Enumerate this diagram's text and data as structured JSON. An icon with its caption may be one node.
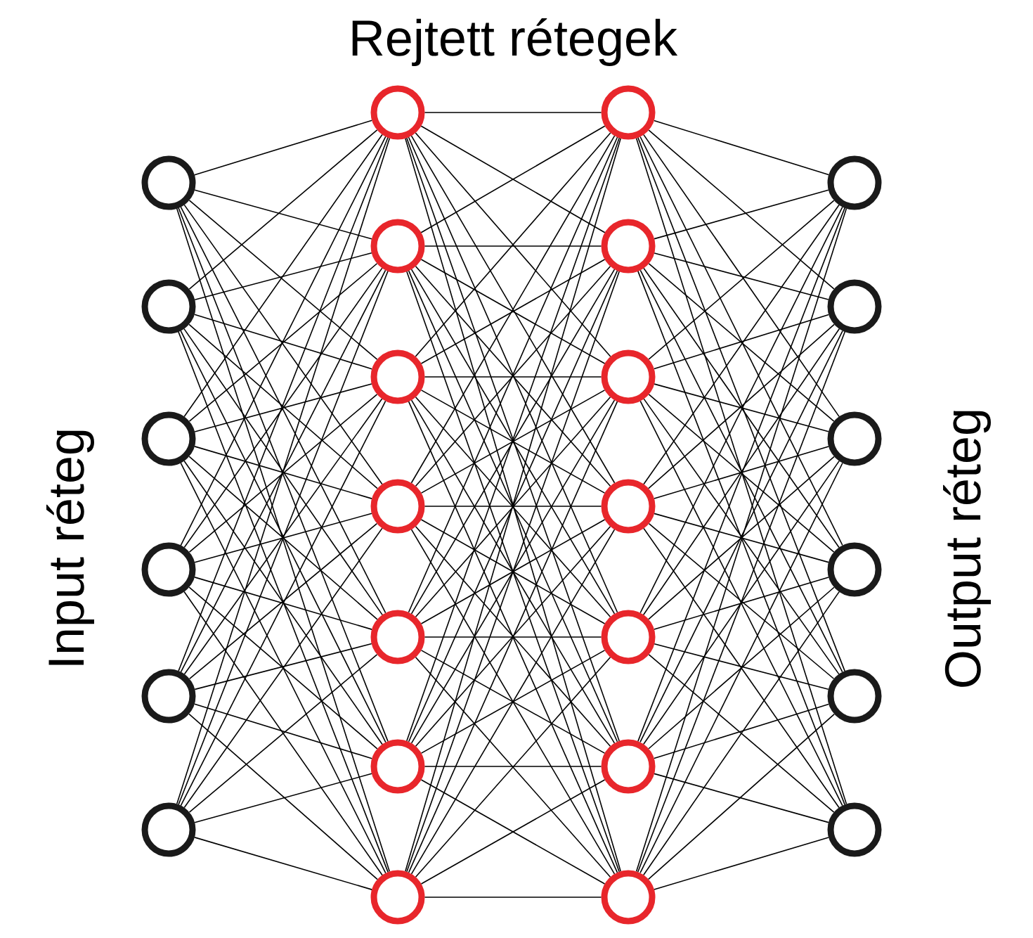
{
  "diagram": {
    "nodes": [
      {
        "text": [],
        "shape": "circle"
      },
      {
        "text": [],
        "shape": "circle"
      },
      {
        "text": [],
        "shape": "circle"
      },
      {
        "text": [],
        "shape": "circle"
      },
      {
        "text": [],
        "shape": "circle"
      },
      {
        "text": [],
        "shape": "circle"
      },
      {
        "text": [],
        "shape": "circle"
      },
      {
        "text": [],
        "shape": "circle"
      },
      {
        "text": [],
        "shape": "circle"
      },
      {
        "text": [],
        "shape": "circle"
      },
      {
        "text": [],
        "shape": "circle"
      },
      {
        "text": [],
        "shape": "circle"
      },
      {
        "text": [],
        "shape": "circle"
      },
      {
        "text": [],
        "shape": "circle"
      },
      {
        "text": [],
        "shape": "circle"
      },
      {
        "text": [],
        "shape": "circle"
      },
      {
        "text": [],
        "shape": "circle"
      },
      {
        "text": [],
        "shape": "circle"
      },
      {
        "text": [],
        "shape": "circle"
      },
      {
        "text": [],
        "shape": "circle"
      },
      {
        "text": [],
        "shape": "circle"
      },
      {
        "text": [],
        "shape": "circle"
      },
      {
        "text": [],
        "shape": "circle"
      },
      {
        "text": [],
        "shape": "circle"
      },
      {
        "text": [],
        "shape": "circle"
      },
      {
        "text": [],
        "shape": "circle"
      }
    ],
    "edges": [
      {
        "from": 0,
        "to": 6,
        "arrow": "none"
      },
      {
        "from": 0,
        "to": 7,
        "arrow": "none"
      },
      {
        "from": 0,
        "to": 8,
        "arrow": "none"
      },
      {
        "from": 0,
        "to": 9,
        "arrow": "none"
      },
      {
        "from": 0,
        "to": 10,
        "arrow": "none"
      },
      {
        "from": 0,
        "to": 11,
        "arrow": "none"
      },
      {
        "from": 0,
        "to": 12,
        "arrow": "none"
      },
      {
        "from": 1,
        "to": 6,
        "arrow": "none"
      },
      {
        "from": 1,
        "to": 7,
        "arrow": "none"
      },
      {
        "from": 1,
        "to": 8,
        "arrow": "none"
      },
      {
        "from": 1,
        "to": 9,
        "arrow": "none"
      },
      {
        "from": 1,
        "to": 10,
        "arrow": "none"
      },
      {
        "from": 1,
        "to": 11,
        "arrow": "none"
      },
      {
        "from": 1,
        "to": 12,
        "arrow": "none"
      },
      {
        "from": 2,
        "to": 6,
        "arrow": "none"
      },
      {
        "from": 2,
        "to": 7,
        "arrow": "none"
      },
      {
        "from": 2,
        "to": 8,
        "arrow": "none"
      },
      {
        "from": 2,
        "to": 9,
        "arrow": "none"
      },
      {
        "from": 2,
        "to": 10,
        "arrow": "none"
      },
      {
        "from": 2,
        "to": 11,
        "arrow": "none"
      },
      {
        "from": 2,
        "to": 12,
        "arrow": "none"
      },
      {
        "from": 3,
        "to": 6,
        "arrow": "none"
      },
      {
        "from": 3,
        "to": 7,
        "arrow": "none"
      },
      {
        "from": 3,
        "to": 8,
        "arrow": "none"
      },
      {
        "from": 3,
        "to": 9,
        "arrow": "none"
      },
      {
        "from": 3,
        "to": 10,
        "arrow": "none"
      },
      {
        "from": 3,
        "to": 11,
        "arrow": "none"
      },
      {
        "from": 3,
        "to": 12,
        "arrow": "none"
      },
      {
        "from": 4,
        "to": 6,
        "arrow": "none"
      },
      {
        "from": 4,
        "to": 7,
        "arrow": "none"
      },
      {
        "from": 4,
        "to": 8,
        "arrow": "none"
      },
      {
        "from": 4,
        "to": 9,
        "arrow": "none"
      },
      {
        "from": 4,
        "to": 10,
        "arrow": "none"
      },
      {
        "from": 4,
        "to": 11,
        "arrow": "none"
      },
      {
        "from": 4,
        "to": 12,
        "arrow": "none"
      },
      {
        "from": 5,
        "to": 6,
        "arrow": "none"
      },
      {
        "from": 5,
        "to": 7,
        "arrow": "none"
      },
      {
        "from": 5,
        "to": 8,
        "arrow": "none"
      },
      {
        "from": 5,
        "to": 9,
        "arrow": "none"
      },
      {
        "from": 5,
        "to": 10,
        "arrow": "none"
      },
      {
        "from": 5,
        "to": 11,
        "arrow": "none"
      },
      {
        "from": 5,
        "to": 12,
        "arrow": "none"
      },
      {
        "from": 6,
        "to": 13,
        "arrow": "none"
      },
      {
        "from": 6,
        "to": 14,
        "arrow": "none"
      },
      {
        "from": 6,
        "to": 15,
        "arrow": "none"
      },
      {
        "from": 6,
        "to": 16,
        "arrow": "none"
      },
      {
        "from": 6,
        "to": 17,
        "arrow": "none"
      },
      {
        "from": 6,
        "to": 18,
        "arrow": "none"
      },
      {
        "from": 6,
        "to": 19,
        "arrow": "none"
      },
      {
        "from": 7,
        "to": 13,
        "arrow": "none"
      },
      {
        "from": 7,
        "to": 14,
        "arrow": "none"
      },
      {
        "from": 7,
        "to": 15,
        "arrow": "none"
      },
      {
        "from": 7,
        "to": 16,
        "arrow": "none"
      },
      {
        "from": 7,
        "to": 17,
        "arrow": "none"
      },
      {
        "from": 7,
        "to": 18,
        "arrow": "none"
      },
      {
        "from": 7,
        "to": 19,
        "arrow": "none"
      },
      {
        "from": 8,
        "to": 13,
        "arrow": "none"
      },
      {
        "from": 8,
        "to": 14,
        "arrow": "none"
      },
      {
        "from": 8,
        "to": 15,
        "arrow": "none"
      },
      {
        "from": 8,
        "to": 16,
        "arrow": "none"
      },
      {
        "from": 8,
        "to": 17,
        "arrow": "none"
      },
      {
        "from": 8,
        "to": 18,
        "arrow": "none"
      },
      {
        "from": 8,
        "to": 19,
        "arrow": "none"
      },
      {
        "from": 9,
        "to": 13,
        "arrow": "none"
      },
      {
        "from": 9,
        "to": 14,
        "arrow": "none"
      },
      {
        "from": 9,
        "to": 15,
        "arrow": "none"
      },
      {
        "from": 9,
        "to": 16,
        "arrow": "none"
      },
      {
        "from": 9,
        "to": 17,
        "arrow": "none"
      },
      {
        "from": 9,
        "to": 18,
        "arrow": "none"
      },
      {
        "from": 9,
        "to": 19,
        "arrow": "none"
      },
      {
        "from": 10,
        "to": 13,
        "arrow": "none"
      },
      {
        "from": 10,
        "to": 14,
        "arrow": "none"
      },
      {
        "from": 10,
        "to": 15,
        "arrow": "none"
      },
      {
        "from": 10,
        "to": 16,
        "arrow": "none"
      },
      {
        "from": 10,
        "to": 17,
        "arrow": "none"
      },
      {
        "from": 10,
        "to": 18,
        "arrow": "none"
      },
      {
        "from": 10,
        "to": 19,
        "arrow": "none"
      },
      {
        "from": 11,
        "to": 13,
        "arrow": "none"
      },
      {
        "from": 11,
        "to": 14,
        "arrow": "none"
      },
      {
        "from": 11,
        "to": 15,
        "arrow": "none"
      },
      {
        "from": 11,
        "to": 16,
        "arrow": "none"
      },
      {
        "from": 11,
        "to": 17,
        "arrow": "none"
      },
      {
        "from": 11,
        "to": 18,
        "arrow": "none"
      },
      {
        "from": 11,
        "to": 19,
        "arrow": "none"
      },
      {
        "from": 12,
        "to": 13,
        "arrow": "none"
      },
      {
        "from": 12,
        "to": 14,
        "arrow": "none"
      },
      {
        "from": 12,
        "to": 15,
        "arrow": "none"
      },
      {
        "from": 12,
        "to": 16,
        "arrow": "none"
      },
      {
        "from": 12,
        "to": 17,
        "arrow": "none"
      },
      {
        "from": 12,
        "to": 18,
        "arrow": "none"
      },
      {
        "from": 12,
        "to": 19,
        "arrow": "none"
      },
      {
        "from": 13,
        "to": 20,
        "arrow": "none"
      },
      {
        "from": 13,
        "to": 21,
        "arrow": "none"
      },
      {
        "from": 13,
        "to": 22,
        "arrow": "none"
      },
      {
        "from": 13,
        "to": 23,
        "arrow": "none"
      },
      {
        "from": 13,
        "to": 24,
        "arrow": "none"
      },
      {
        "from": 13,
        "to": 25,
        "arrow": "none"
      },
      {
        "from": 14,
        "to": 20,
        "arrow": "none"
      },
      {
        "from": 14,
        "to": 21,
        "arrow": "none"
      },
      {
        "from": 14,
        "to": 22,
        "arrow": "none"
      },
      {
        "from": 14,
        "to": 23,
        "arrow": "none"
      },
      {
        "from": 14,
        "to": 24,
        "arrow": "none"
      },
      {
        "from": 14,
        "to": 25,
        "arrow": "none"
      },
      {
        "from": 15,
        "to": 20,
        "arrow": "none"
      },
      {
        "from": 15,
        "to": 21,
        "arrow": "none"
      },
      {
        "from": 15,
        "to": 22,
        "arrow": "none"
      },
      {
        "from": 15,
        "to": 23,
        "arrow": "none"
      },
      {
        "from": 15,
        "to": 24,
        "arrow": "none"
      },
      {
        "from": 15,
        "to": 25,
        "arrow": "none"
      },
      {
        "from": 16,
        "to": 20,
        "arrow": "none"
      },
      {
        "from": 16,
        "to": 21,
        "arrow": "none"
      },
      {
        "from": 16,
        "to": 22,
        "arrow": "none"
      },
      {
        "from": 16,
        "to": 23,
        "arrow": "none"
      },
      {
        "from": 16,
        "to": 24,
        "arrow": "none"
      },
      {
        "from": 16,
        "to": 25,
        "arrow": "none"
      },
      {
        "from": 17,
        "to": 20,
        "arrow": "none"
      },
      {
        "from": 17,
        "to": 21,
        "arrow": "none"
      },
      {
        "from": 17,
        "to": 22,
        "arrow": "none"
      },
      {
        "from": 17,
        "to": 23,
        "arrow": "none"
      },
      {
        "from": 17,
        "to": 24,
        "arrow": "none"
      },
      {
        "from": 17,
        "to": 25,
        "arrow": "none"
      },
      {
        "from": 18,
        "to": 20,
        "arrow": "none"
      },
      {
        "from": 18,
        "to": 21,
        "arrow": "none"
      },
      {
        "from": 18,
        "to": 22,
        "arrow": "none"
      },
      {
        "from": 18,
        "to": 23,
        "arrow": "none"
      },
      {
        "from": 18,
        "to": 24,
        "arrow": "none"
      },
      {
        "from": 18,
        "to": 25,
        "arrow": "none"
      },
      {
        "from": 19,
        "to": 20,
        "arrow": "none"
      },
      {
        "from": 19,
        "to": 21,
        "arrow": "none"
      },
      {
        "from": 19,
        "to": 22,
        "arrow": "none"
      },
      {
        "from": 19,
        "to": 23,
        "arrow": "none"
      },
      {
        "from": 19,
        "to": 24,
        "arrow": "none"
      },
      {
        "from": 19,
        "to": 25,
        "arrow": "none"
      }
    ],
    "labels": [
      "Rejtett rétegek",
      "Input réteg",
      "Output réteg"
    ]
  }
}
